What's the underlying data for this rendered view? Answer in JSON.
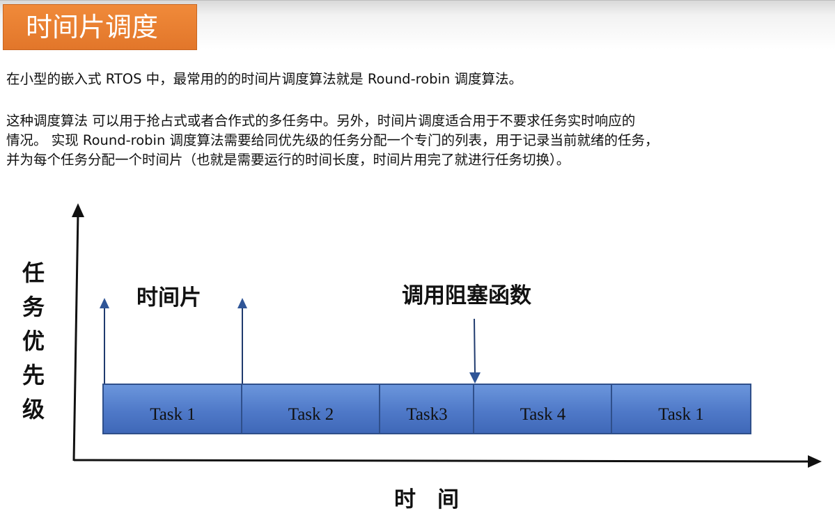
{
  "title": "时间片调度",
  "paragraphs": {
    "p1": "在小型的嵌入式 RTOS 中，最常用的的时间片调度算法就是 Round-robin 调度算法。",
    "p2_line1": "这种调度算法 可以用于抢占式或者合作式的多任务中。另外，时间片调度适合用于不要求任务实时响应的",
    "p2_line2": "情况。 实现 Round-robin 调度算法需要给同优先级的任务分配一个专门的列表，用于记录当前就绪的任务，",
    "p2_line3": "并为每个任务分配一个时间片（也就是需要运行的时间长度，时间片用完了就进行任务切换）。"
  },
  "diagram": {
    "y_axis_chars": [
      "任",
      "务",
      "优",
      "先",
      "级"
    ],
    "x_axis_label": "时　间",
    "time_slice_label": "时间片",
    "blocking_call_label": "调用阻塞函数",
    "tasks": [
      "Task 1",
      "Task 2",
      "Task3",
      "Task 4",
      "Task 1"
    ],
    "colors": {
      "task_fill": "#5a84d0",
      "task_border": "#2f4f8a",
      "arrow": "#1f3a6e",
      "title_bg": "#ea7d2f"
    }
  }
}
